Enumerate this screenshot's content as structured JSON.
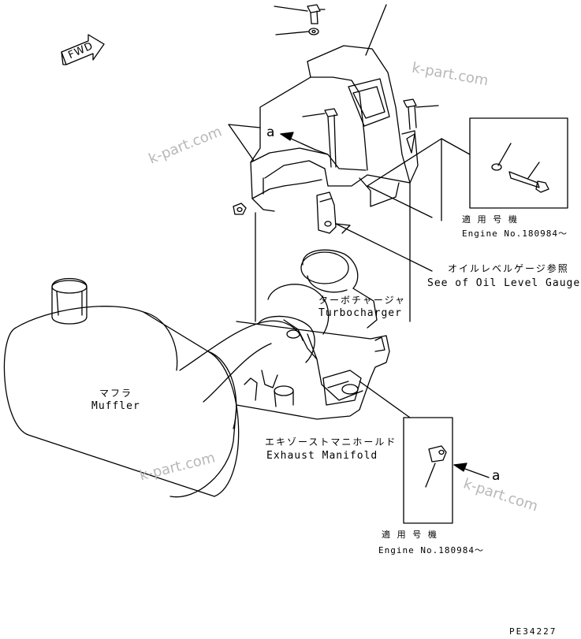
{
  "diagram": {
    "fwd_label": "FWD",
    "view_label_top": "a",
    "view_label_bottom": "a",
    "labels": {
      "oil_level_jp": "オイルレベルゲージ参照",
      "oil_level_en": "See of Oil Level Gauge",
      "turbo_jp": "ターボチャージャ",
      "turbo_en": "Turbocharger",
      "muffler_jp": "マフラ",
      "muffler_en": "Muffler",
      "manifold_jp": "エキゾーストマニホールド",
      "manifold_en": "Exhaust Manifold"
    },
    "detail_top": {
      "jp": "適 用 号 機",
      "en": "Engine No.180984～"
    },
    "detail_bottom": {
      "jp": "適 用 号 機",
      "en": "Engine No.180984～"
    },
    "watermark": "k-part.com",
    "drawing_code": "PE34227"
  }
}
